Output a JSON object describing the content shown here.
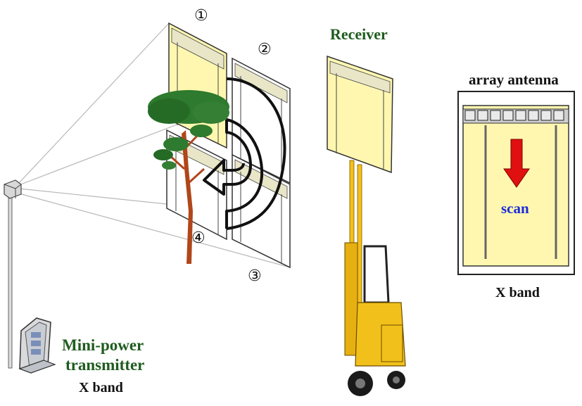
{
  "labels": {
    "receiver": "Receiver",
    "array_antenna": "array antenna",
    "scan": "scan",
    "x_band_right": "X band",
    "transmitter_line1": "Mini-power",
    "transmitter_line2": "transmitter",
    "x_band_left": "X band"
  },
  "positions": {
    "p1": "①",
    "p2": "②",
    "p3": "③",
    "p4": "④"
  },
  "colors": {
    "panel_fill": "#fff7b0",
    "label_green": "#1f5c1f",
    "scan_blue": "#1b2bd8",
    "arrow_red": "#e01010",
    "forklift_yellow": "#f2c01a",
    "tree_green": "#2e7a2e",
    "trunk": "#b0461a"
  }
}
